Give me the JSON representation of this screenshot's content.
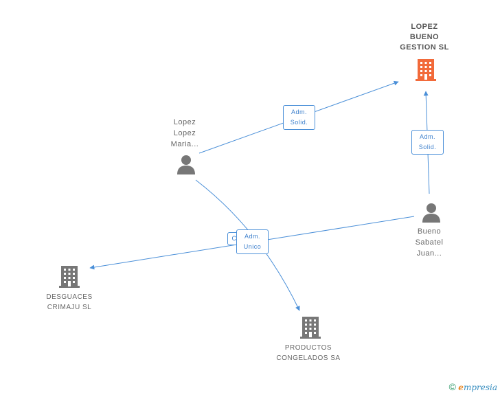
{
  "nodes": {
    "lopez_bueno": {
      "lines": [
        "LOPEZ",
        "BUENO",
        "GESTION SL"
      ],
      "color": "#f26a3a"
    },
    "lopez_maria": {
      "lines": [
        "Lopez",
        "Lopez",
        "Maria..."
      ]
    },
    "bueno_juan": {
      "lines": [
        "Bueno",
        "Sabatel",
        "Juan..."
      ]
    },
    "desguaces": {
      "lines": [
        "DESGUACES",
        "CRIMAJU SL"
      ]
    },
    "productos": {
      "lines": [
        "PRODUCTOS",
        "CONGELADOS SA"
      ]
    }
  },
  "edges": {
    "e1": {
      "lines": [
        "Adm.",
        "Solid."
      ]
    },
    "e2": {
      "lines": [
        "Adm.",
        "Solid."
      ]
    },
    "e3": {
      "lines": [
        "Adm.",
        "Unico"
      ]
    },
    "e4": {
      "lines": [
        "C"
      ]
    }
  },
  "colors": {
    "edge": "#4a8fd8",
    "icon": "#777777",
    "highlight": "#f26a3a"
  },
  "watermark": {
    "symbol": "©",
    "brand_initial": "e",
    "brand_rest": "mpresia"
  }
}
